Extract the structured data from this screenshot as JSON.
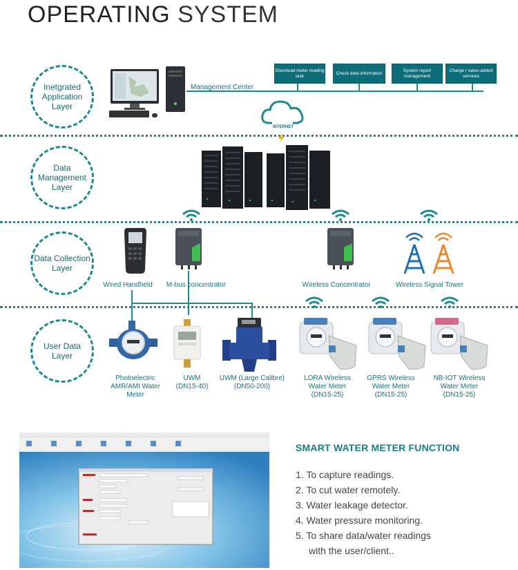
{
  "title": {
    "bold": "OPERATING",
    "light": "SYSTEM"
  },
  "layers": [
    {
      "label": "Inetgrated Application Layer"
    },
    {
      "label": "Data Management Layer"
    },
    {
      "label": "Data Collection Layer"
    },
    {
      "label": "User Data Layer"
    }
  ],
  "management_center": "Management Center",
  "internet": "INTERNET",
  "tasks": [
    "Download meter reading task",
    "Check data information",
    "System report management",
    "Charge / value-added services"
  ],
  "collection_devices": [
    "Wired Handheld",
    "M-bus concentrator",
    "Wireless Concentrator",
    "Wireless Signal Tower"
  ],
  "meters": [
    {
      "name": "Photoelectric AMR/AMI Water Meter",
      "size": ""
    },
    {
      "name": "UWM",
      "size": "(DN15-40)"
    },
    {
      "name": "UWM (Large Calibre)",
      "size": "(DN50-200)"
    },
    {
      "name": "LORA Wireless Water Meter",
      "size": "(DN15-25)"
    },
    {
      "name": "GPRS Wireless Water Meter",
      "size": "(DN15-25)"
    },
    {
      "name": "NB-IOT Wireless Water Meter",
      "size": "(DN15-25)"
    }
  ],
  "function": {
    "title": "SMART WATER METER FUNCTION",
    "items": [
      "1. To capture readings.",
      "2. To cut water remotely.",
      "3. Water leakage detector.",
      "4. Water pressure monitoring.",
      "5. To share data/water readings",
      "with the user/client.."
    ]
  },
  "colors": {
    "accent": "#1a8a8e",
    "box": "#0f6d7a",
    "server": "#1c1f24"
  }
}
